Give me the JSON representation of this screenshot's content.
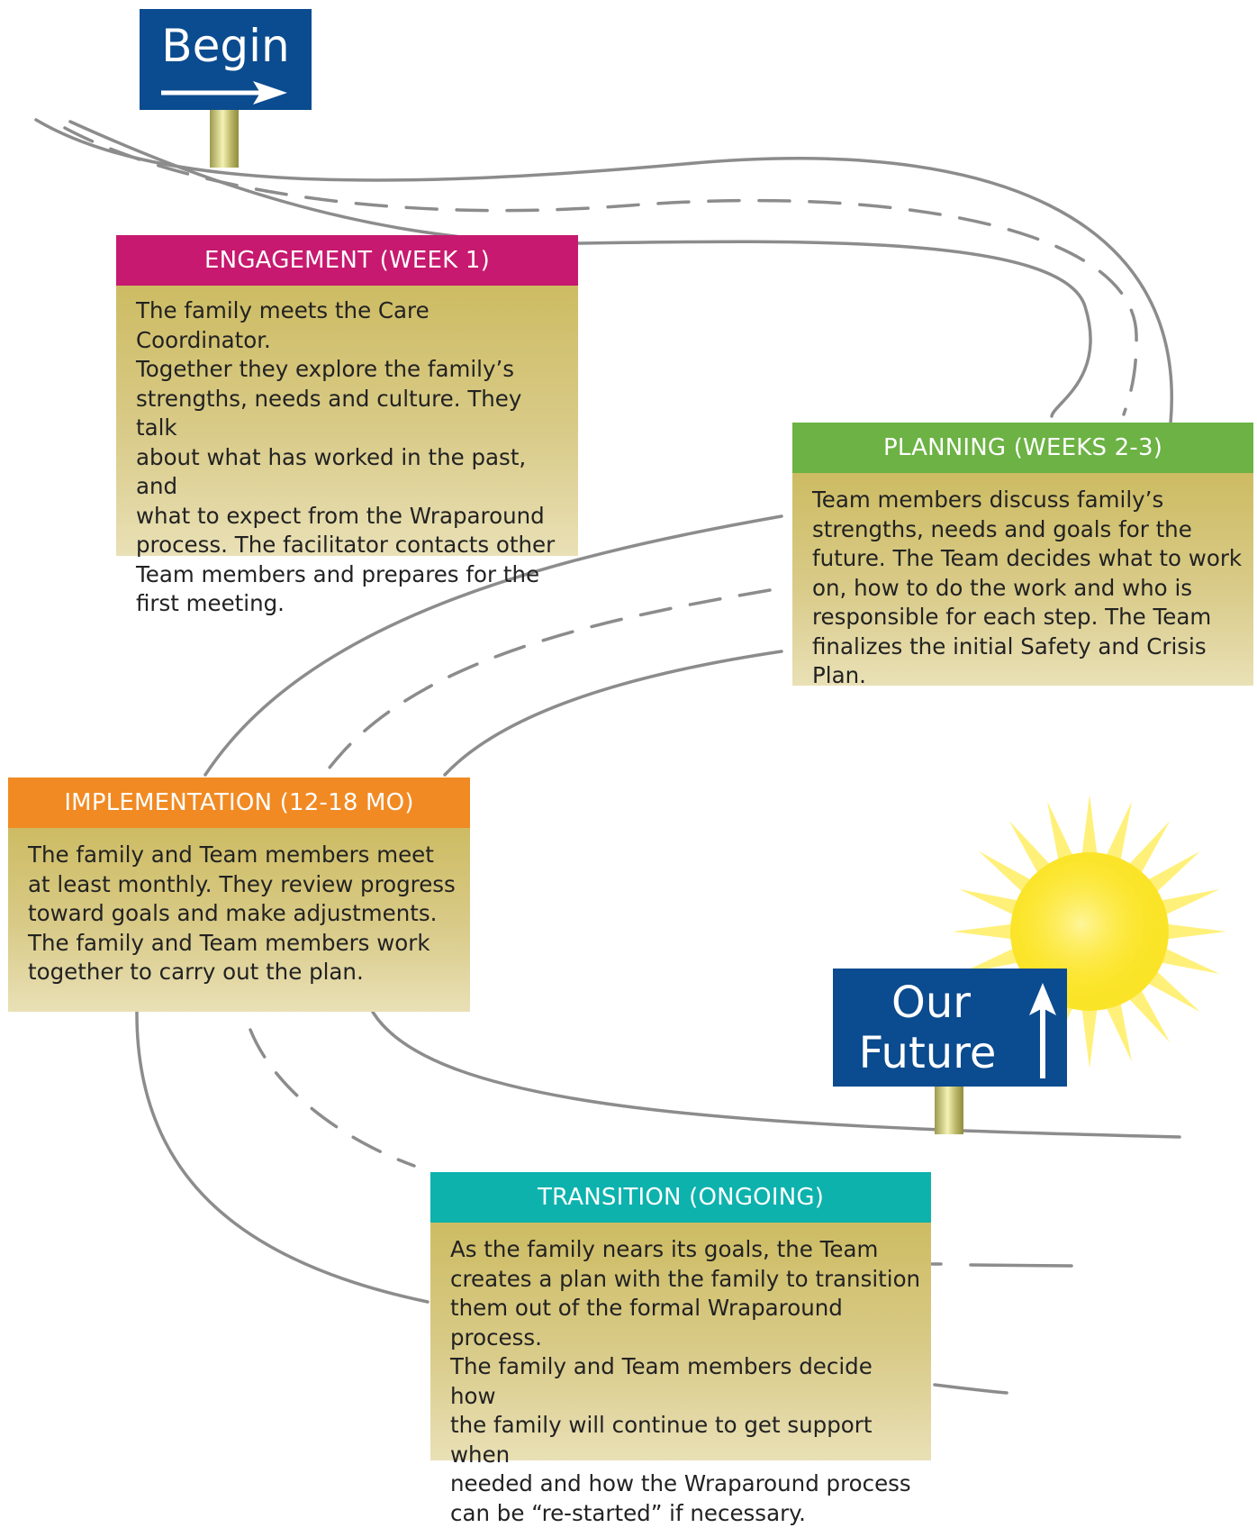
{
  "signs": {
    "begin": "Begin",
    "future_line1": "Our",
    "future_line2": "Future"
  },
  "stages": [
    {
      "id": "engagement",
      "title": "ENGAGEMENT (WEEK 1)",
      "text": "The family meets the Care Coordinator.\nTogether they explore the family’s\nstrengths, needs and culture. They talk\nabout what has worked in the past, and\nwhat to expect from the Wraparound\nprocess. The facilitator contacts other\nTeam members and prepares for the\nfirst meeting.",
      "color": "#c7196f"
    },
    {
      "id": "planning",
      "title": "PLANNING (WEEKS 2-3)",
      "text": "Team members discuss family’s\nstrengths, needs and goals for the\nfuture. The Team decides what to work\non, how to do the work and who is\nresponsible for each step. The Team\nfinalizes the initial Safety and Crisis Plan.",
      "color": "#6cb244"
    },
    {
      "id": "implementation",
      "title": "IMPLEMENTATION (12-18 MO)",
      "text": "The family and Team members meet\nat least monthly. They review progress\ntoward goals and make adjustments.\nThe family and Team members work\ntogether to carry out the plan.",
      "color": "#f18a23"
    },
    {
      "id": "transition",
      "title": "TRANSITION (ONGOING)",
      "text": "As the family nears its goals, the Team\ncreates a plan with the family to transition\nthem out of the formal Wraparound process.\nThe family and Team members decide how\nthe family will continue to get support when\nneeded and how the Wraparound process\ncan be “re-started” if necessary.",
      "color": "#0db2ad"
    }
  ],
  "colors": {
    "sign_blue": "#0b4b8f",
    "road_line": "#8c8c8c",
    "sun_core": "#fbe52a",
    "sun_rays": "#fff07a"
  },
  "icons": [
    "arrow-right-icon",
    "arrow-up-icon",
    "sun-icon"
  ]
}
